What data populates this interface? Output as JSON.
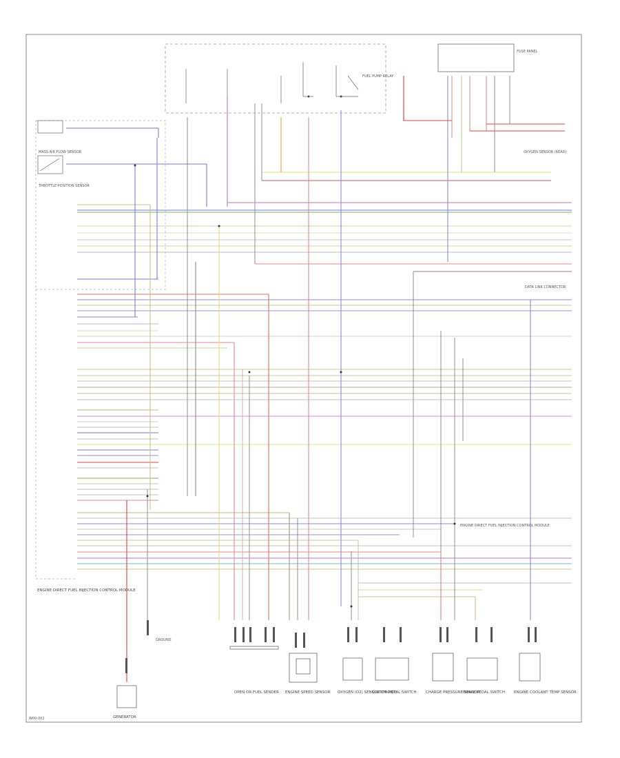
{
  "labels": {
    "eng_mgmt_left": "ENGINE DIRECT FUEL INJECTION CONTROL MODULE",
    "eng_mgmt_main": "ENGINE DIRECT FUEL INJECTION CONTROL MODULE",
    "mass_air_flow": "MASS AIR FLOW SENSOR",
    "throttle_position": "THROTTLE POSITION SENSOR",
    "fuel_sender": "OPEN OR FUEL SENDER",
    "engine_speed_sensor": "ENGINE SPEED SENSOR",
    "o2_front": "OXYGEN (O2) SENSOR (FRONT)",
    "clutch_switch": "CLUTCH PEDAL SWITCH",
    "charge_pressure": "CHARGE PRESSURE SENSOR",
    "brake_switch": "BRAKE PEDAL SWITCH",
    "coolant_temp": "ENGINE COOLANT TEMP SENSOR",
    "ground": "GROUND",
    "gen": "GENERATOR",
    "relay": "FUEL PUMP RELAY",
    "fuse_panel": "FUSE PANEL",
    "o2_rear": "OXYGEN SENSOR (REAR)",
    "data_link": "DATA LINK CONNECTOR",
    "footer_id": "W00-002"
  }
}
